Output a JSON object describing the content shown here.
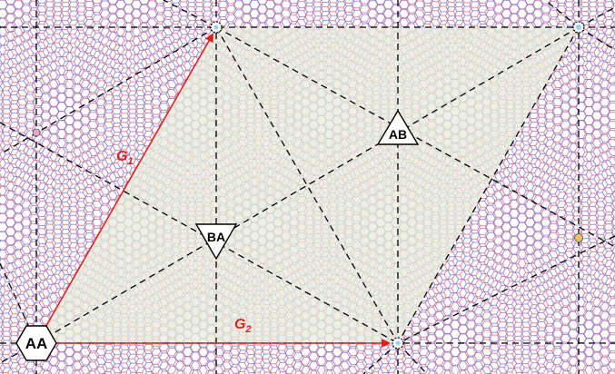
{
  "labels": {
    "aa": "AA",
    "ab": "AB",
    "ba": "BA",
    "g1": "G",
    "g1_sub": "1",
    "g2": "G",
    "g2_sub": "2"
  },
  "colors": {
    "lattice_red": "#e0677a",
    "lattice_blue": "#6a6ad6",
    "cell_fill": "#e7ecdb",
    "vector": "#e0201e",
    "dashed_line": "#000000",
    "corner_dot_blue": "#9ad0f0",
    "dot_pink": "#e8a7c8",
    "dot_orange": "#f0c060"
  }
}
